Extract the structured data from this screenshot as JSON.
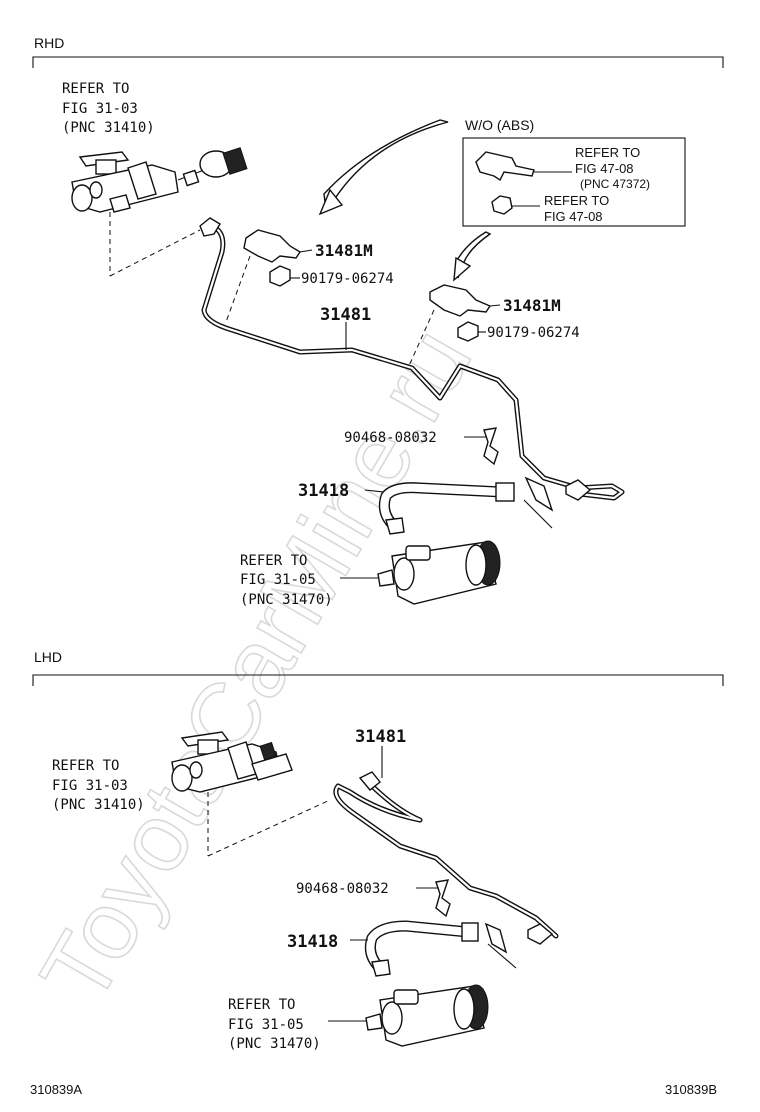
{
  "watermark": "ToyotaCarMine.ru",
  "rhd": {
    "section_label": "RHD",
    "master_ref": [
      "REFER TO",
      "FIG 31-03",
      "(PNC 31410)"
    ],
    "wo_abs_label": "W/O (ABS)",
    "wo_abs_box": {
      "ref1": [
        "REFER TO",
        "FIG 47-08",
        "(PNC 47372)"
      ],
      "ref2": [
        "REFER TO",
        "FIG 47-08"
      ]
    },
    "clamp_a": "31481M",
    "bolt_a": "90179-06274",
    "clamp_b": "31481M",
    "bolt_b": "90179-06274",
    "tube": "31481",
    "clip": "90468-08032",
    "hose": "31418",
    "slave_ref": [
      "REFER TO",
      "FIG 31-05",
      "(PNC 31470)"
    ]
  },
  "lhd": {
    "section_label": "LHD",
    "tube": "31481",
    "master_ref": [
      "REFER TO",
      "FIG 31-03",
      "(PNC 31410)"
    ],
    "clip": "90468-08032",
    "hose": "31418",
    "slave_ref": [
      "REFER TO",
      "FIG 31-05",
      "(PNC 31470)"
    ]
  },
  "footer": {
    "left_code": "310839A",
    "right_code": "310839B"
  }
}
